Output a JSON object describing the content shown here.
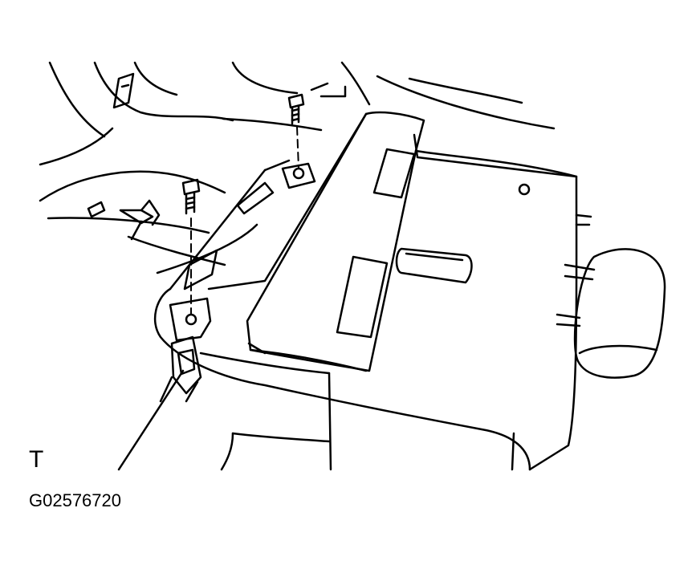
{
  "diagram": {
    "view_letter": "T",
    "figure_id": "G02576720",
    "colors": {
      "line": "#000000",
      "background": "#ffffff"
    },
    "parts": [
      "bolt",
      "bolt",
      "hinge-bracket",
      "seat-back",
      "seat-cushion",
      "headrest"
    ]
  }
}
